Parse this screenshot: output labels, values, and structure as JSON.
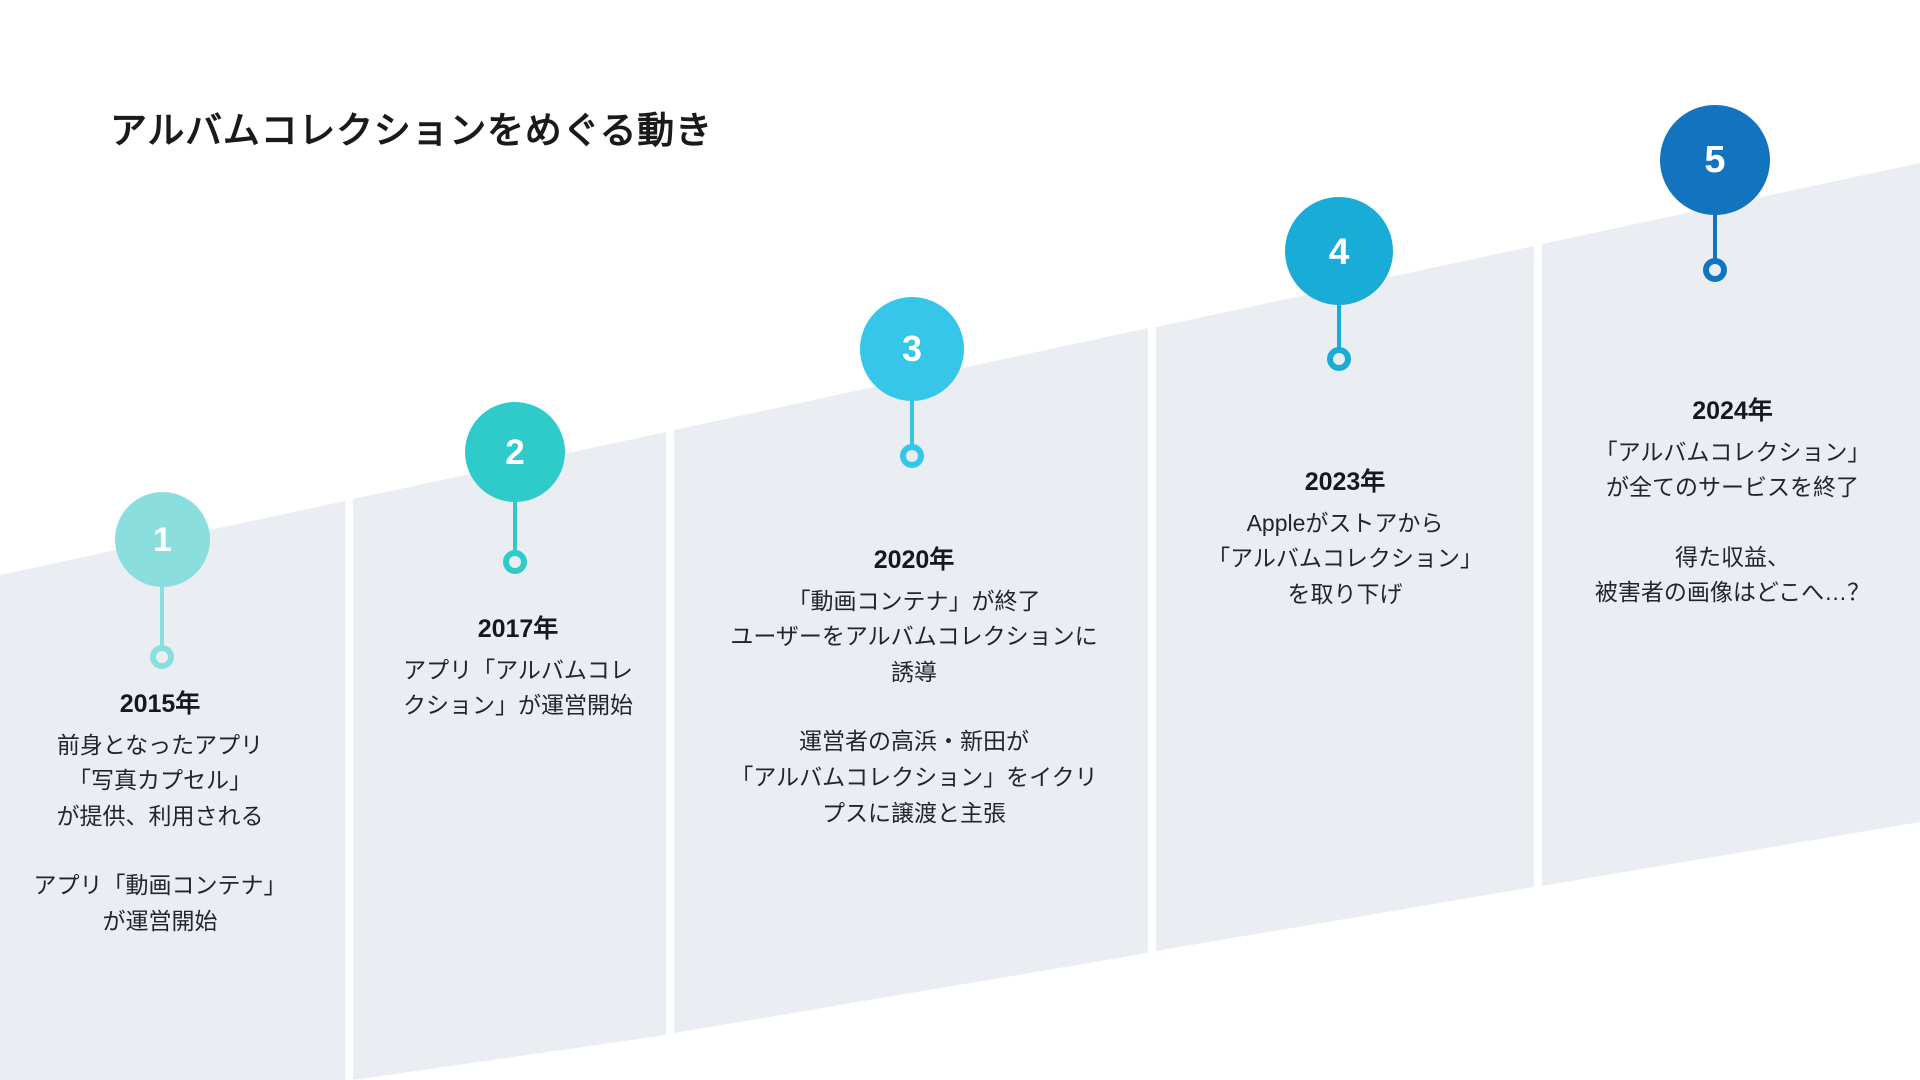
{
  "title": "アルバムコレクションをめぐる動き",
  "colors": {
    "panel": "#eaeef2",
    "text": "#20262b",
    "heading": "#15191d",
    "step1": "#8ADEDE",
    "step2": "#2FCBCB",
    "step3": "#35C6EA",
    "step4": "#19ACD6",
    "step5": "#1273BE"
  },
  "steps": [
    {
      "number": "1",
      "year": "2015年",
      "body1": "前身となったアプリ\n「写真カプセル」\nが提供、利用される",
      "body2": "アプリ「動画コンテナ」\nが運営開始"
    },
    {
      "number": "2",
      "year": "2017年",
      "body1": "アプリ「アルバムコレ\nクション」が運営開始",
      "body2": ""
    },
    {
      "number": "3",
      "year": "2020年",
      "body1": "「動画コンテナ」が終了\nユーザーをアルバムコレクションに\n誘導",
      "body2": "運営者の高浜・新田が\n「アルバムコレクション」をイクリ\nプスに譲渡と主張"
    },
    {
      "number": "4",
      "year": "2023年",
      "body1": "Appleがストアから\n「アルバムコレクション」\nを取り下げ",
      "body2": ""
    },
    {
      "number": "5",
      "year": "2024年",
      "body1": "「アルバムコレクション」\nが全てのサービスを終了",
      "body2": "得た収益、\n被害者の画像はどこへ…？"
    }
  ]
}
